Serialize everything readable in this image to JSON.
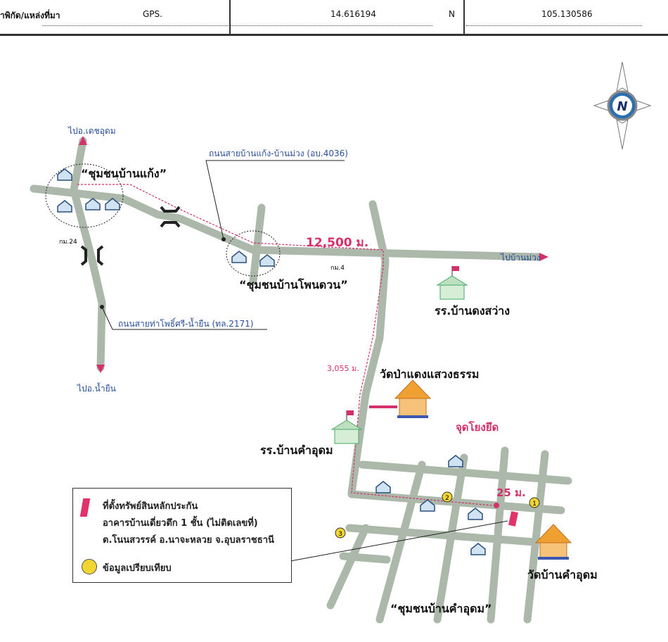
{
  "header": {
    "label": "าพิกัด/แหล่งที่มา",
    "source": "GPS.",
    "latitude": "14.616194",
    "lat_dir": "N",
    "longitude": "105.130586"
  },
  "compass": {
    "letter": "N"
  },
  "map": {
    "to_det_udom": "ไปอ.เดชอุดม",
    "to_nam_yuen": "ไปอ.น้ำยืน",
    "to_ban_muang": "ไปบ้านม่วง",
    "road_4036": "ถนนสายบ้านแก้ง-บ้านม่วง (อบ.4036)",
    "road_2171": "ถนนสายท่าโพธิ์ศรี-น้ำยืน (ทล.2171)",
    "community_ban_kaeng": "“ชุมชนบ้านแก้ง”",
    "community_phon_duan": "“ชุมชนบ้านโพนดวน”",
    "community_kham_udom": "“ชุมชนบ้านคำอุดม”",
    "km24": "กม.24",
    "km4": "กม.4",
    "distance_main": "12,500 ม.",
    "distance_side": "3,055 ม.",
    "distance_last": "25 ม.",
    "school_dong_sawang": "รร.บ้านดงสว่าง",
    "school_kham_udom": "รร.บ้านคำอุดม",
    "temple_pa_daeng": "วัดป่าแดงแสวงธรรม",
    "temple_kham_udom": "วัดบ้านคำอุดม",
    "reference_point": "จุดโยงยึด",
    "comparables": [
      "1",
      "2",
      "3"
    ]
  },
  "legend": {
    "line1": "ที่ตั้งทรัพย์สินหลักประกัน",
    "line2": "อาคารบ้านเดี่ยวตึก 1 ชั้น (ไม่ติดเลขที่)",
    "line3": "ต.โนนสวรรค์  อ.นาจะหลวย จ.อุบลราชธานี",
    "comparable": "ข้อมูลเปรียบเทียบ"
  },
  "colors": {
    "road": "#abb8aa",
    "accent": "#d4306a",
    "label_blue": "#2a4f9b",
    "comparable": "#f3d531"
  }
}
